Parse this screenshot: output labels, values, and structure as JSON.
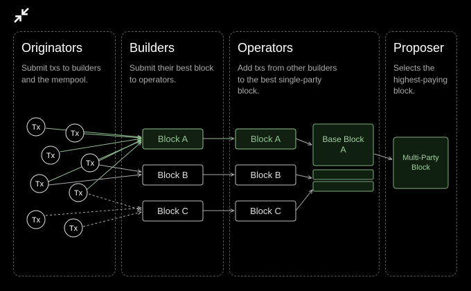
{
  "columns": [
    {
      "id": "originators",
      "title": "Originators",
      "desc": [
        "Submit txs to builders",
        "and the mempool."
      ]
    },
    {
      "id": "builders",
      "title": "Builders",
      "desc": [
        "Submit their best block",
        "to operators."
      ]
    },
    {
      "id": "operators",
      "title": "Operators",
      "desc": [
        "Add txs from other builders",
        "to the best single-party",
        "block."
      ]
    },
    {
      "id": "proposer",
      "title": "Proposer",
      "desc": [
        "Selects the",
        "highest-paying",
        "block."
      ]
    }
  ],
  "tx_label": "Tx",
  "builder_blocks": [
    "Block A",
    "Block B",
    "Block C"
  ],
  "operator_blocks": [
    "Block A",
    "Block B",
    "Block C"
  ],
  "base_block": [
    "Base Block",
    "A"
  ],
  "proposer_block": [
    "Multi-Party",
    "Block"
  ],
  "colors": {
    "background": "#000000",
    "accent_green": "#8fc08f",
    "green_fill": "#122012",
    "border_gray": "#bbbbbb",
    "dashed_border": "#555555",
    "desc_gray": "#a8a8a8"
  },
  "icons": {
    "collapse": "collapse-arrows-icon"
  }
}
